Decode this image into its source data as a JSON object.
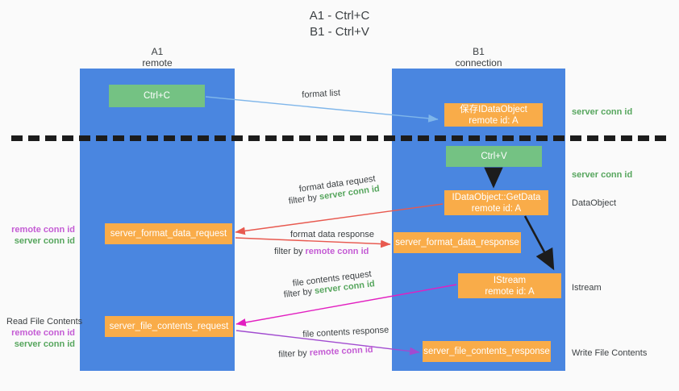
{
  "title": {
    "line1": "A1 - Ctrl+C",
    "line2": "B1 - Ctrl+V"
  },
  "columns": [
    {
      "name": "A1",
      "sub": "remote",
      "color": "#4a86e0"
    },
    {
      "name": "B1",
      "sub": "connection",
      "color": "#4a86e0"
    }
  ],
  "colors": {
    "column_blue": "#4a86e0",
    "green_box": "#74c283",
    "orange_box": "#f9ac49",
    "server_conn_green": "#57a65e",
    "remote_conn_pink": "#c45bd4",
    "arrow_light_blue": "#7fb6ea",
    "arrow_red": "#e8594f",
    "arrow_magenta": "#e21fc0",
    "arrow_purple": "#a14bd0",
    "arrow_black": "#1c1c1c",
    "dashed_line": "#1c1c1c",
    "page_background": "#fafafa",
    "text": "#3c4043"
  },
  "boxes": {
    "ctrl_c": "Ctrl+C",
    "save_idataobject": "保存IDataObject\nremote id: A",
    "ctrl_v": "Ctrl+V",
    "getdata": "IDataObject::GetData\nremote id: A",
    "istream": "IStream\nremote id: A",
    "server_format_data_request": "server_format_data_request",
    "server_format_data_response": "server_format_data_response",
    "server_file_contents_request": "server_file_contents_request",
    "server_file_contents_response": "server_file_contents_response"
  },
  "right_labels": {
    "server_conn_id_1": "server conn id",
    "server_conn_id_2": "server conn id",
    "dataobject": "DataObject",
    "istream": "Istream",
    "write_file_contents": "Write File Contents"
  },
  "left_labels": {
    "remote_conn_id_1": "remote conn id",
    "server_conn_id_1": "server conn id",
    "read_file_contents": "Read File Contents",
    "remote_conn_id_2": "remote conn id",
    "server_conn_id_2": "server conn id"
  },
  "edge_labels": {
    "format_list": "format list",
    "format_data_request": "format data request",
    "format_data_request_filter_prefix": "filter by ",
    "format_data_request_filter_value": "server conn id",
    "format_data_response": "format data response",
    "format_data_response_filter_prefix": "filter by ",
    "format_data_response_filter_value": "remote conn id",
    "file_contents_request": "file contents request",
    "file_contents_request_filter_prefix": "filter by ",
    "file_contents_request_filter_value": "server conn id",
    "file_contents_response": "file contents response",
    "file_contents_response_filter_prefix": "filter by ",
    "file_contents_response_filter_value": "remote conn id"
  }
}
